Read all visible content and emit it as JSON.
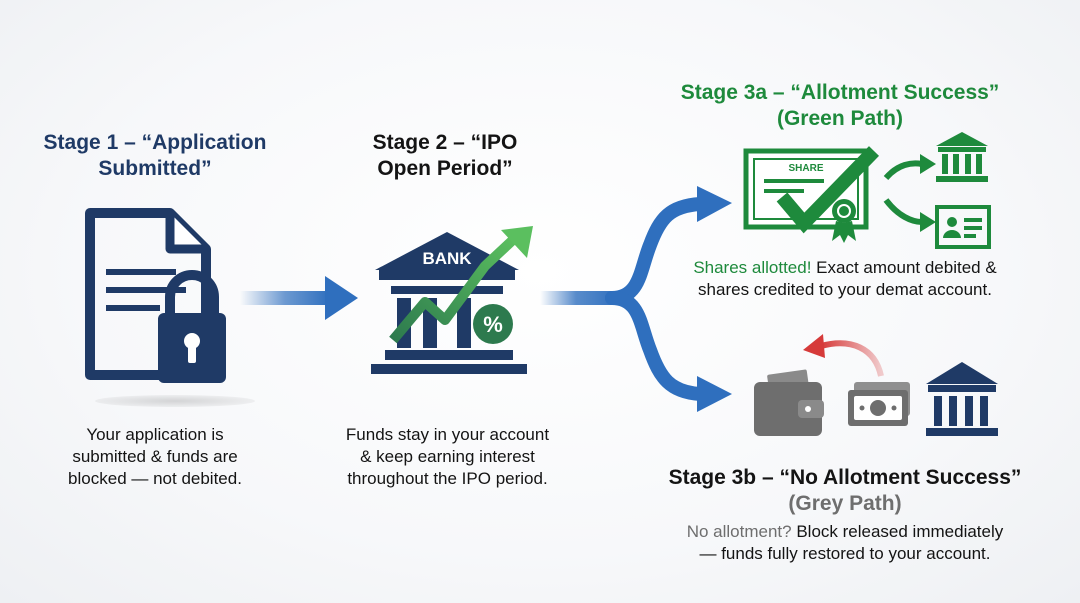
{
  "colors": {
    "navy": "#1f3a66",
    "blue_arrow": "#2f6fbe",
    "green": "#1e8a3c",
    "grey": "#6e6e6e",
    "red_arrow": "#d63a3a",
    "text": "#141414"
  },
  "stage1": {
    "title": "Stage 1 – “Application\nSubmitted”",
    "description": "Your application is\nsubmitted & funds are\nblocked — not debited.",
    "icons": [
      "document-icon",
      "padlock-icon"
    ]
  },
  "stage2": {
    "title": "Stage 2 – “IPO\nOpen Period”",
    "bank_label": "BANK",
    "percent_label": "%",
    "description": "Funds stay in your account\n& keep earning interest\nthroughout the IPO period.",
    "icons": [
      "bank-icon",
      "growth-arrow-icon",
      "percent-badge-icon"
    ]
  },
  "stage3a": {
    "title": "Stage 3a – “Allotment Success”\n(Green Path)",
    "certificate_label": "SHARE",
    "description_highlight": "Shares allotted!",
    "description_rest": " Exact amount debited &\nshares credited to your demat account.",
    "icons": [
      "share-certificate-icon",
      "checkmark-icon",
      "bank-icon",
      "demat-card-icon"
    ]
  },
  "stage3b": {
    "title": "Stage 3b – “No Allotment Success”",
    "subtitle": "(Grey Path)",
    "description_highlight": "No allotment?",
    "description_rest": " Block released immediately\n— funds fully restored to your account.",
    "icons": [
      "wallet-icon",
      "cash-icon",
      "bank-icon",
      "return-arrow-icon"
    ]
  }
}
